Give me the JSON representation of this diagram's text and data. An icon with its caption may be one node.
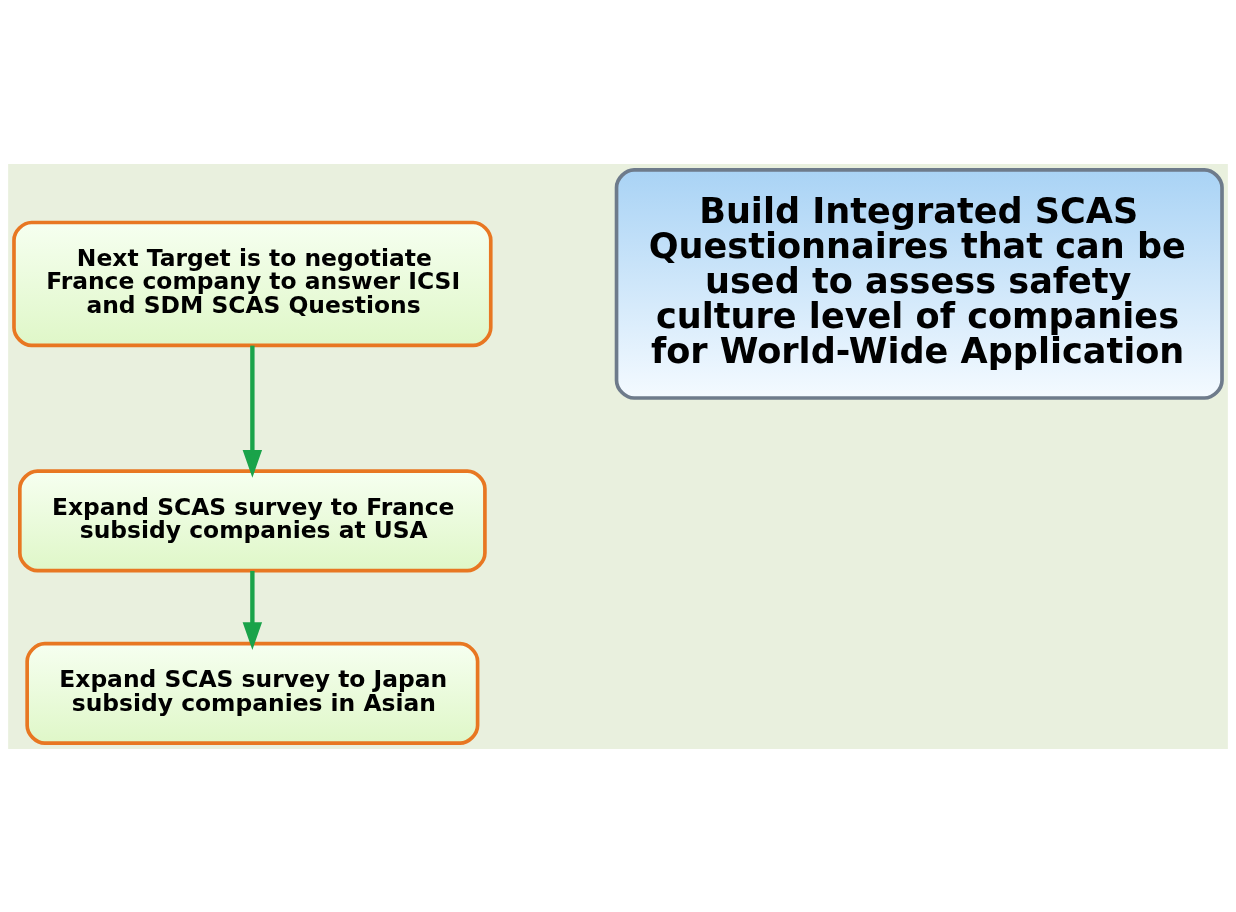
{
  "diagram": {
    "nodes": [
      {
        "text": [
          "Next Target is to negotiate France company to answer ICSI and SDM SCAS Questions"
        ]
      },
      {
        "text": [
          "Expand SCAS survey to France subsidy companies at USA"
        ]
      },
      {
        "text": [
          "Expand SCAS survey to Japan subsidy companies in Asian"
        ]
      },
      {
        "text": [
          "Build Integrated SCAS Questionnaires that can be used to assess safety culture level of companies for World-Wide Application"
        ]
      }
    ],
    "edges": [
      {
        "from": 0,
        "to": 1,
        "arrow": "to"
      },
      {
        "from": 1,
        "to": 2,
        "arrow": "to"
      }
    ]
  }
}
